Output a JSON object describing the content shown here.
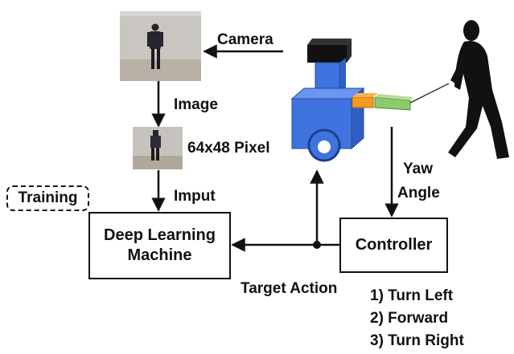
{
  "labels": {
    "camera": "Camera",
    "image": "Image",
    "pixel": "64x48 Pixel",
    "imput": "Imput",
    "training": "Training",
    "yaw_line1": "Yaw",
    "yaw_line2": "Angle",
    "target_action": "Target Action"
  },
  "boxes": {
    "deep_learning_line1": "Deep Learning",
    "deep_learning_line2": "Machine",
    "controller": "Controller"
  },
  "actions": [
    "1) Turn Left",
    "2) Forward",
    "3) Turn Right"
  ],
  "colors": {
    "robot_body": "#3f74e0",
    "robot_top": "#1a1a1a",
    "sensor_orange": "#f39a22",
    "sensor_green": "#8fc96e",
    "silhouette": "#111111",
    "line": "#111111"
  }
}
